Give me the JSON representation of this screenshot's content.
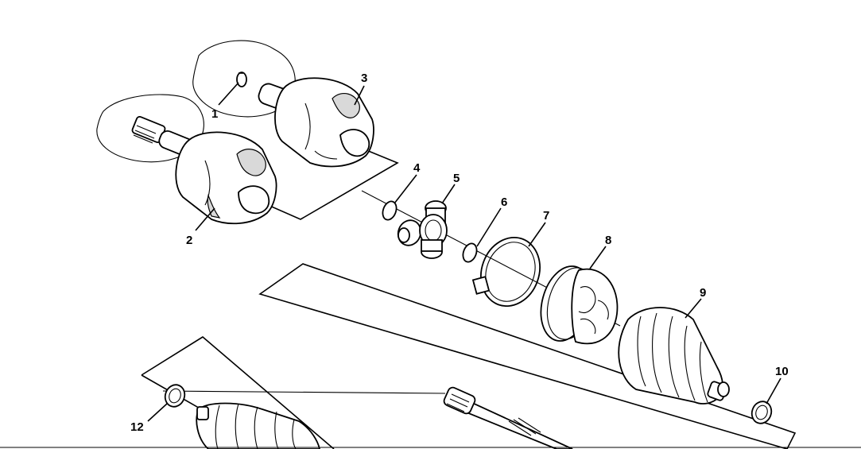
{
  "callouts": [
    {
      "id": "c1",
      "label": "1"
    },
    {
      "id": "c2",
      "label": "2"
    },
    {
      "id": "c3",
      "label": "3"
    },
    {
      "id": "c4",
      "label": "4"
    },
    {
      "id": "c5",
      "label": "5"
    },
    {
      "id": "c6",
      "label": "6"
    },
    {
      "id": "c7",
      "label": "7"
    },
    {
      "id": "c8",
      "label": "8"
    },
    {
      "id": "c9",
      "label": "9"
    },
    {
      "id": "c10",
      "label": "10"
    },
    {
      "id": "c12",
      "label": "12"
    }
  ],
  "colors": {
    "line": "#000000",
    "background": "#ffffff",
    "shade": "#d9d9d9"
  }
}
